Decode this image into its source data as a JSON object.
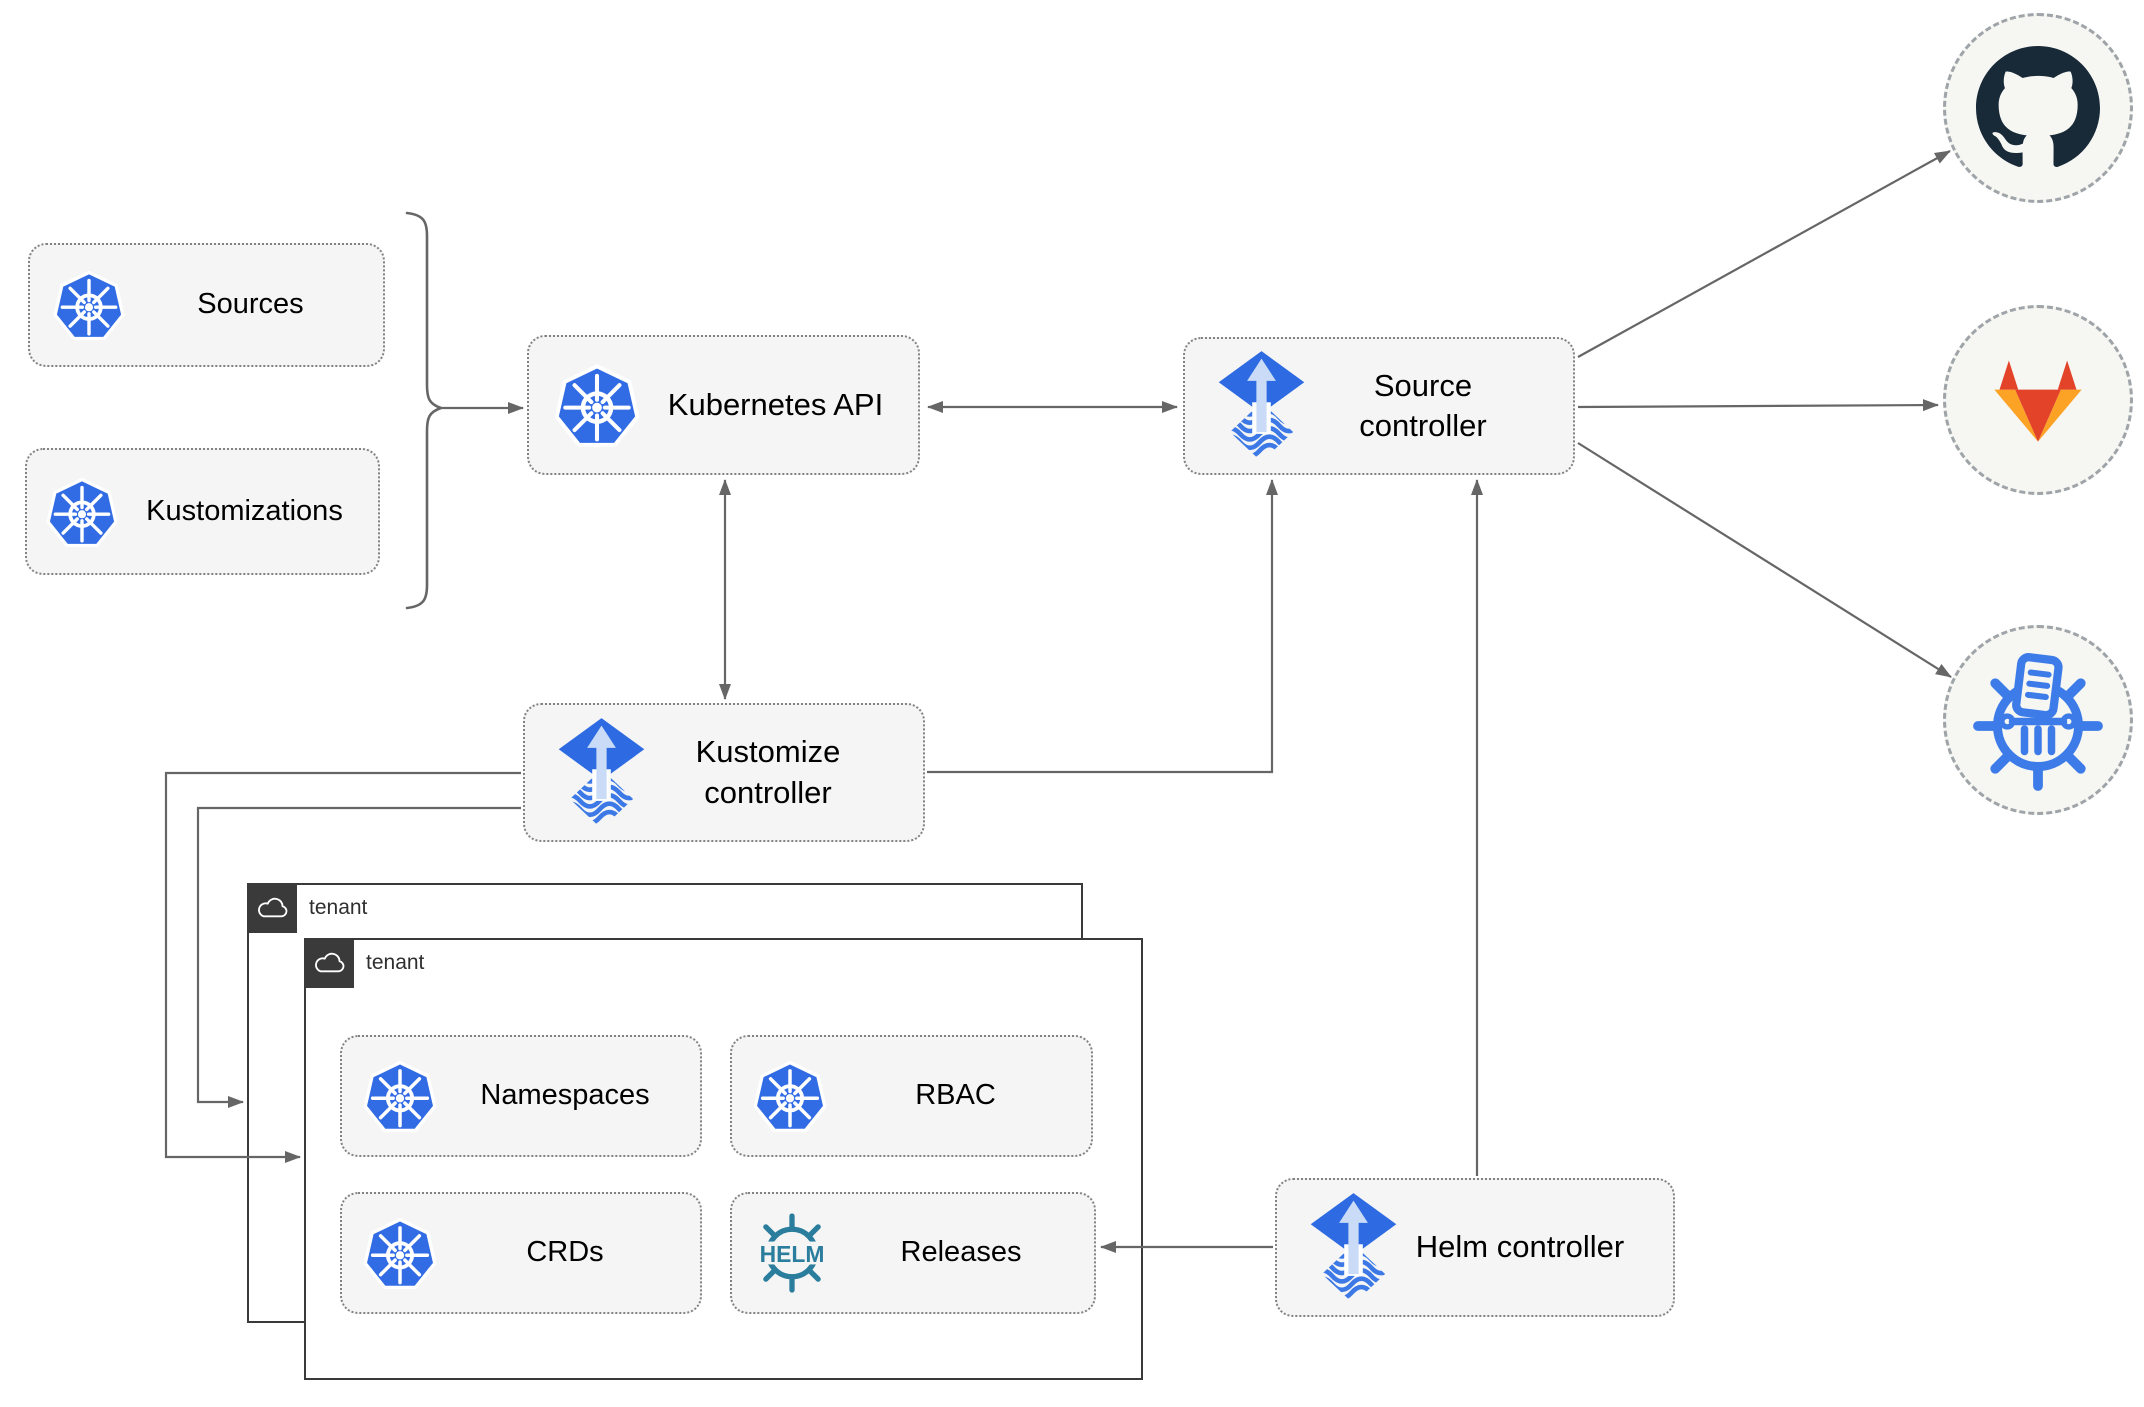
{
  "nodes": {
    "sources": {
      "label": "Sources",
      "icon": "kubernetes-icon"
    },
    "kustomizations": {
      "label": "Kustomizations",
      "icon": "kubernetes-icon"
    },
    "kubernetes_api": {
      "label": "Kubernetes API",
      "icon": "kubernetes-icon"
    },
    "source_controller": {
      "label": "Source controller",
      "icon": "flux-icon"
    },
    "kustomize_controller": {
      "label": "Kustomize controller",
      "icon": "flux-icon"
    },
    "helm_controller": {
      "label": "Helm controller",
      "icon": "flux-icon"
    },
    "namespaces": {
      "label": "Namespaces",
      "icon": "kubernetes-icon"
    },
    "rbac": {
      "label": "RBAC",
      "icon": "kubernetes-icon"
    },
    "crds": {
      "label": "CRDs",
      "icon": "kubernetes-icon"
    },
    "releases": {
      "label": "Releases",
      "icon": "helm-icon"
    },
    "github": {
      "icon": "github-icon"
    },
    "gitlab": {
      "icon": "gitlab-icon"
    },
    "helm_repository": {
      "icon": "helm-repository-icon"
    }
  },
  "tenants": {
    "outer": {
      "label": "tenant",
      "icon": "cloud-icon"
    },
    "inner": {
      "label": "tenant",
      "icon": "cloud-icon"
    }
  },
  "icons": {
    "helm_text": "HELM"
  },
  "edges": [
    {
      "from": "sources / kustomizations (brace)",
      "to": "kubernetes_api",
      "type": "arrow"
    },
    {
      "from": "kubernetes_api",
      "to": "source_controller",
      "type": "double-arrow"
    },
    {
      "from": "kubernetes_api",
      "to": "kustomize_controller",
      "type": "double-arrow"
    },
    {
      "from": "kustomize_controller",
      "to": "source_controller",
      "type": "arrow"
    },
    {
      "from": "kustomize_controller",
      "to": "tenant-outer",
      "type": "arrow"
    },
    {
      "from": "kustomize_controller",
      "to": "tenant-inner",
      "type": "arrow"
    },
    {
      "from": "helm_controller",
      "to": "source_controller",
      "type": "arrow"
    },
    {
      "from": "helm_controller",
      "to": "releases",
      "type": "arrow"
    },
    {
      "from": "source_controller",
      "to": "github",
      "type": "arrow"
    },
    {
      "from": "source_controller",
      "to": "gitlab",
      "type": "arrow"
    },
    {
      "from": "source_controller",
      "to": "helm_repository",
      "type": "arrow"
    }
  ],
  "colors": {
    "kubernetes_blue": "#326CE5",
    "flux_blue": "#2E6BE2",
    "flux_arrow_light": "#C9DBF6",
    "helm_teal": "#2A7D9C",
    "chartmuseum_blue": "#3D7CE8",
    "github_dark": "#182A38",
    "gitlab_red": "#E24329",
    "gitlab_orange": "#FC6D26",
    "gitlab_yellow": "#FCA326",
    "connector_gray": "#666666",
    "node_fill": "#F5F5F5",
    "node_border": "#828282",
    "tenant_border": "#3A3A3A",
    "repo_circle_fill": "#F6F6F3",
    "repo_circle_border": "#9FA4A8"
  }
}
